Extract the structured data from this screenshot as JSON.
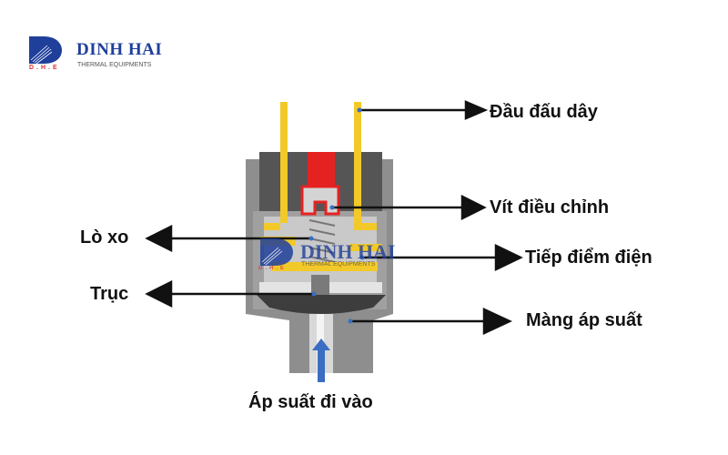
{
  "logo": {
    "brand": "DINH HAI",
    "tagline": "THERMAL EQUIPMENTS",
    "abbr": "D.H.E"
  },
  "labels": {
    "terminal": "Đầu đấu dây",
    "adjust_screw": "Vít điều chỉnh",
    "contact": "Tiếp điểm điện",
    "diaphragm": "Màng áp suất",
    "spring": "Lò xo",
    "shaft": "Trục",
    "pressure_in": "Áp suất đi vào"
  },
  "watermark": {
    "brand": "DINH HAI",
    "tagline": "THERMAL EQUIPMENTS",
    "abbr": "D.H.E"
  },
  "colors": {
    "body_light": "#8c8c8c",
    "body_dark": "#5a5a5a",
    "terminal": "#f2c928",
    "screw_top": "#e52222",
    "inner": "#cfcfcf",
    "arrow_in": "#3b6ec2",
    "brand": "#1f3f9a"
  }
}
